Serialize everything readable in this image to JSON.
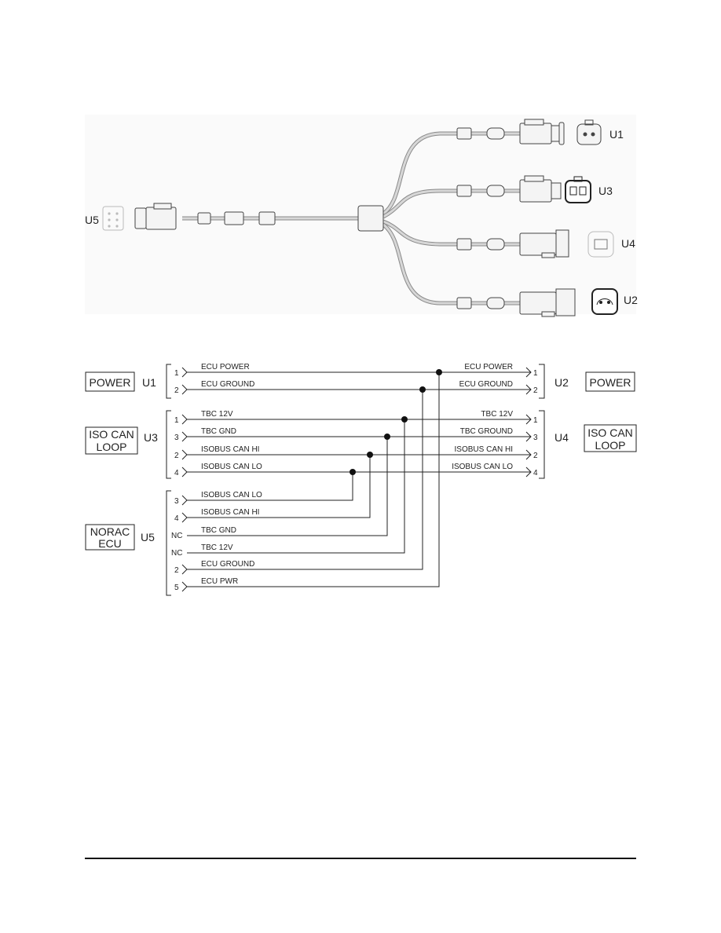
{
  "harness": {
    "connectors": [
      {
        "id": "U1"
      },
      {
        "id": "U3"
      },
      {
        "id": "U4"
      },
      {
        "id": "U2"
      },
      {
        "id": "U5"
      }
    ]
  },
  "schematic": {
    "boxes": {
      "power_left": "POWER",
      "power_right": "POWER",
      "iso_left": [
        "ISO CAN",
        "LOOP"
      ],
      "iso_right": [
        "ISO CAN",
        "LOOP"
      ],
      "norac": [
        "NORAC",
        "ECU"
      ]
    },
    "connector_labels": {
      "u1": "U1",
      "u2": "U2",
      "u3": "U3",
      "u4": "U4",
      "u5": "U5"
    },
    "left_top_wires": [
      {
        "pin": "1",
        "signal": "ECU POWER",
        "right_signal": "ECU POWER",
        "right_pin": "1"
      },
      {
        "pin": "2",
        "signal": "ECU GROUND",
        "right_signal": "ECU GROUND",
        "right_pin": "2"
      }
    ],
    "left_mid_wires": [
      {
        "pin": "1",
        "signal": "TBC 12V",
        "right_signal": "TBC 12V",
        "right_pin": "1"
      },
      {
        "pin": "3",
        "signal": "TBC GND",
        "right_signal": "TBC GROUND",
        "right_pin": "3"
      },
      {
        "pin": "2",
        "signal": "ISOBUS CAN HI",
        "right_signal": "ISOBUS CAN HI",
        "right_pin": "2"
      },
      {
        "pin": "4",
        "signal": "ISOBUS CAN LO",
        "right_signal": "ISOBUS CAN LO",
        "right_pin": "4"
      }
    ],
    "norac_wires": [
      {
        "pin": "3",
        "signal": "ISOBUS CAN LO"
      },
      {
        "pin": "4",
        "signal": "ISOBUS CAN HI"
      },
      {
        "pin": "NC",
        "signal": "TBC GND"
      },
      {
        "pin": "NC",
        "signal": "TBC 12V"
      },
      {
        "pin": "2",
        "signal": "ECU GROUND"
      },
      {
        "pin": "5",
        "signal": "ECU PWR"
      }
    ]
  }
}
